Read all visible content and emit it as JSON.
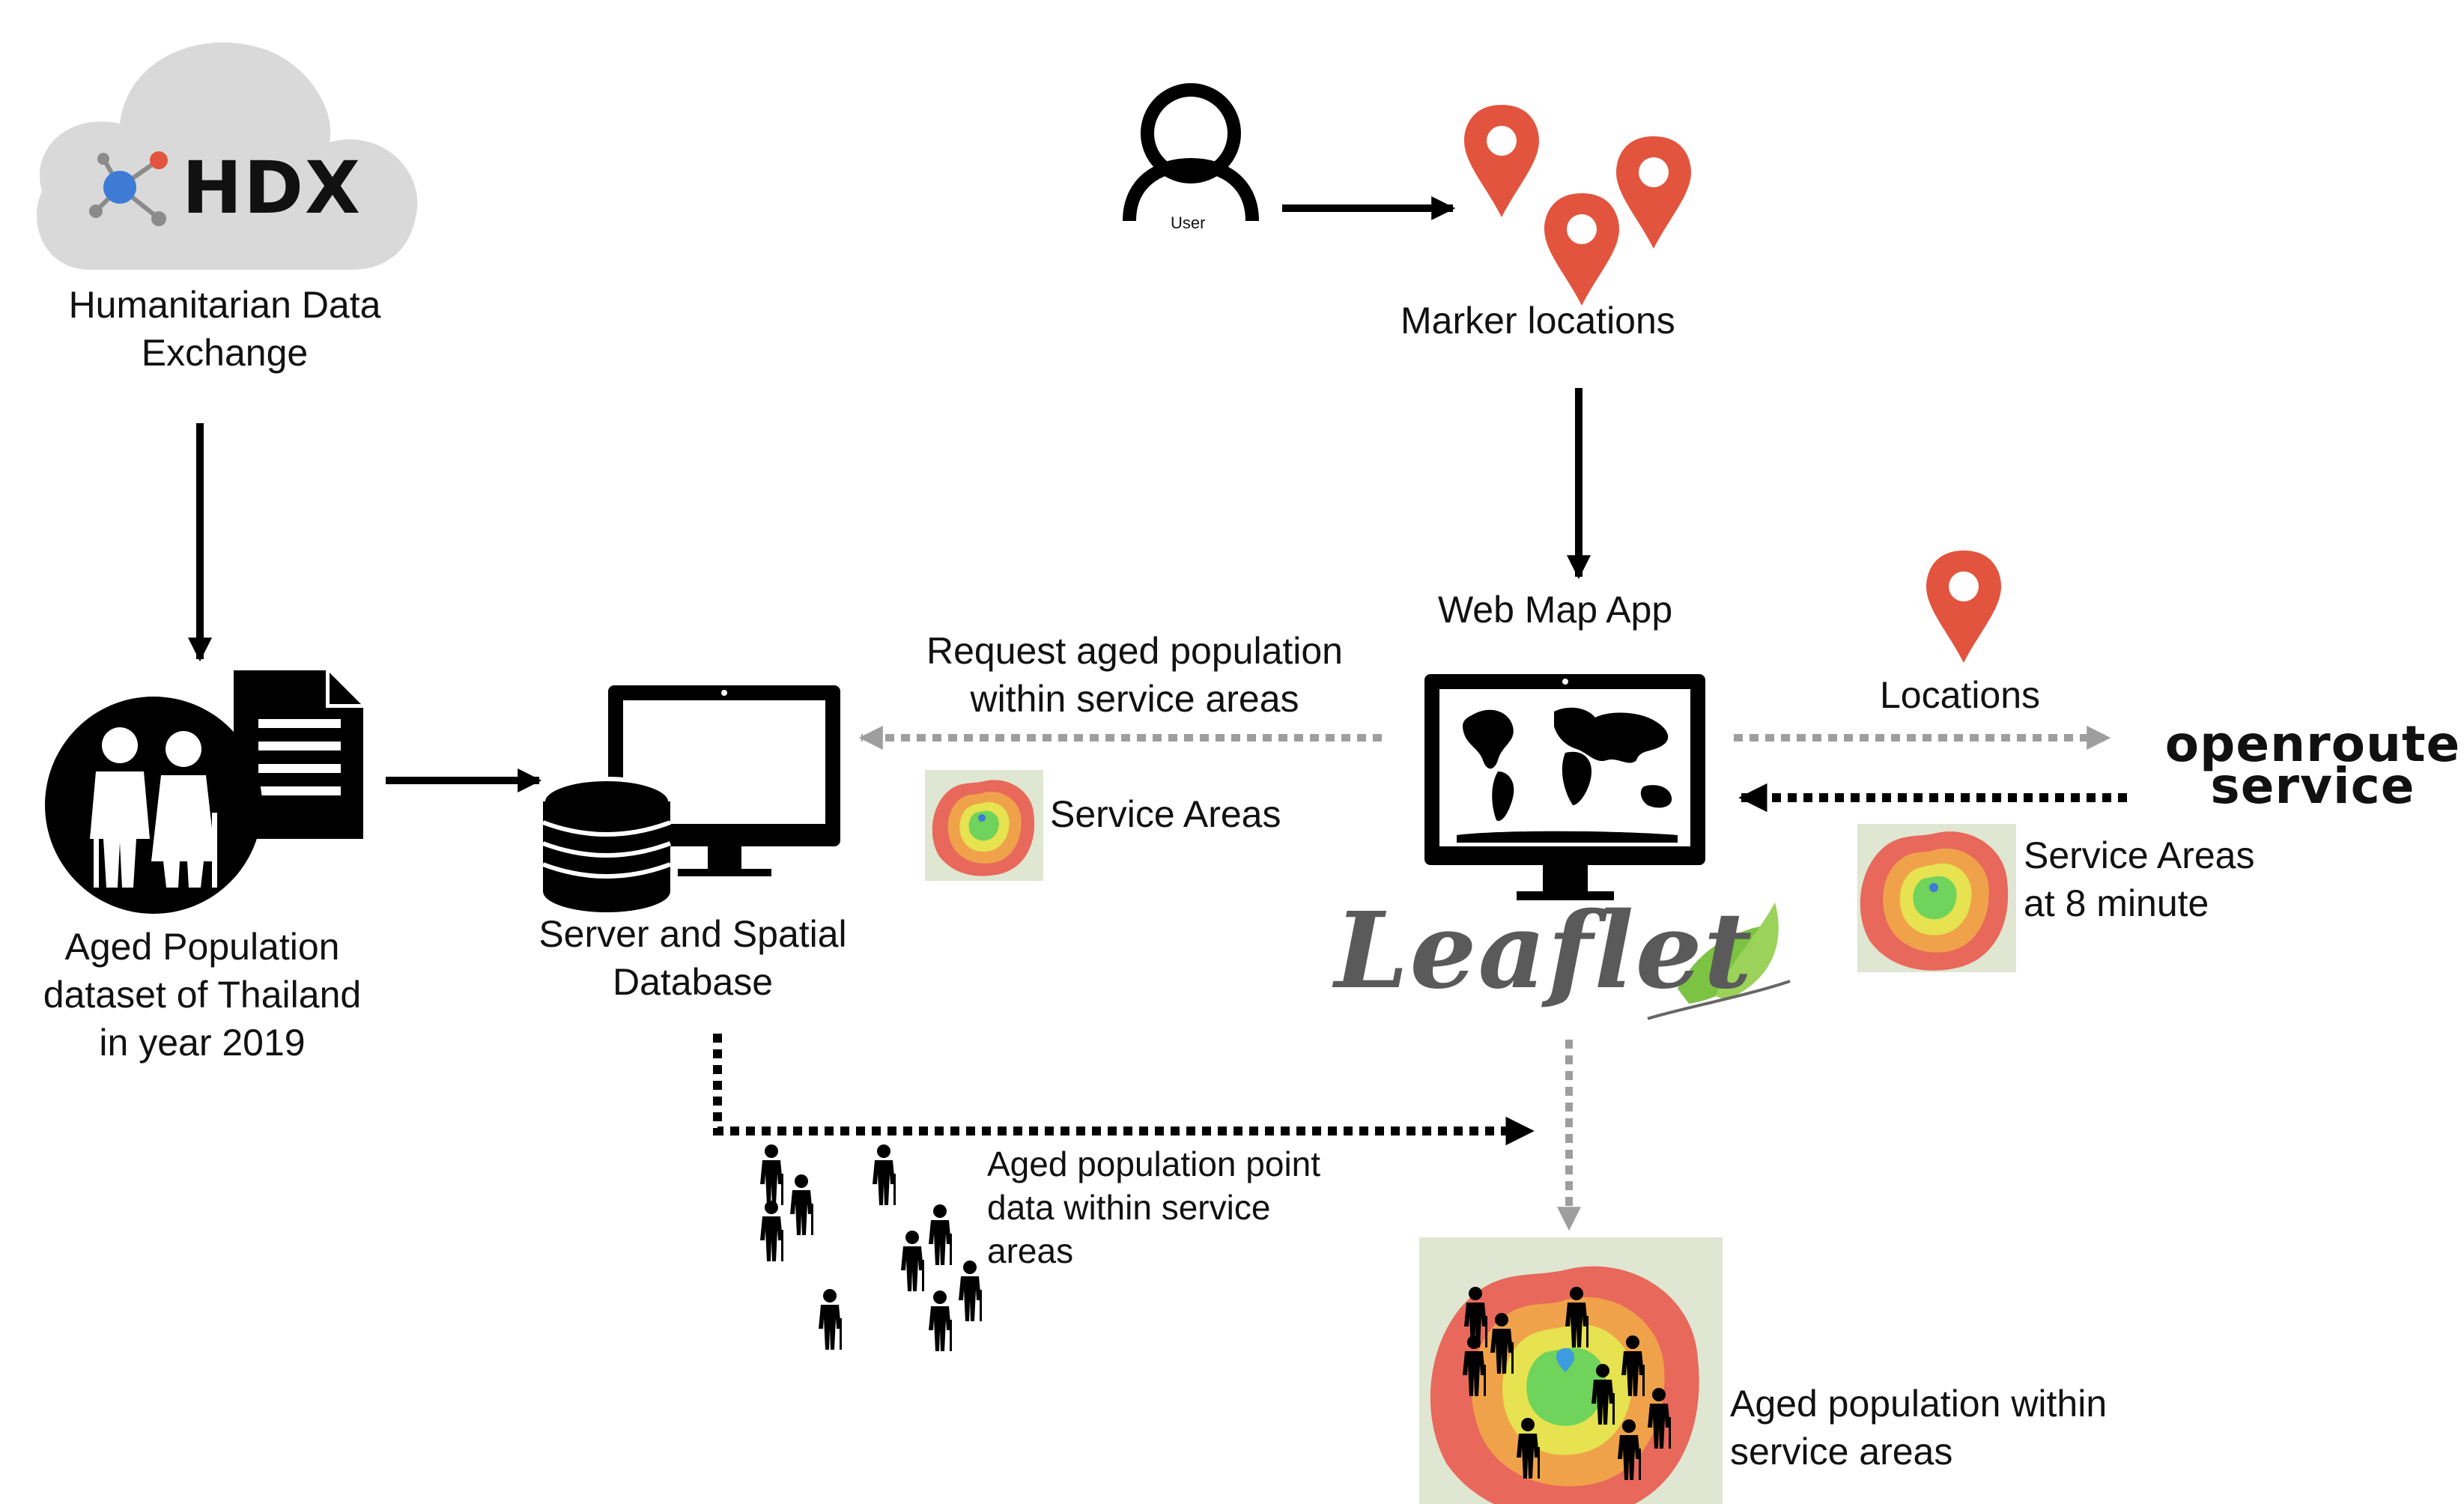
{
  "hdx": {
    "logo_text": "HDX",
    "caption_line1": "Humanitarian Data",
    "caption_line2": "Exchange"
  },
  "aged_dataset": {
    "line1": "Aged Population",
    "line2": "dataset of Thailand",
    "line3": "in year 2019"
  },
  "server": {
    "line1": "Server and Spatial",
    "line2": "Database"
  },
  "user": {
    "label": "User"
  },
  "markers": {
    "label": "Marker locations"
  },
  "web_map_app": {
    "label": "Web Map App",
    "library": "Leaflet"
  },
  "request": {
    "line1": "Request aged population",
    "line2": "within service areas"
  },
  "service_areas_left": {
    "label": "Service Areas"
  },
  "locations": {
    "label": "Locations"
  },
  "openroute": {
    "line1": "openroute",
    "line2": "service"
  },
  "service_areas_right": {
    "line1": "Service Areas",
    "line2": "at 8 minute"
  },
  "aged_points": {
    "line1": "Aged population point",
    "line2": "data within service",
    "line3": "areas"
  },
  "aged_within": {
    "line1": "Aged population within",
    "line2": "service areas"
  },
  "colors": {
    "marker_red": "#e2543d",
    "arrow_black": "#000000",
    "arrow_grey": "#9e9e9e",
    "cloud_grey": "#d9d9d9",
    "leaf_green": "#7cc243",
    "zone_red": "#e8685b",
    "zone_orange": "#f0a24a",
    "zone_yellow": "#e6e250",
    "zone_green": "#6fd35c"
  }
}
